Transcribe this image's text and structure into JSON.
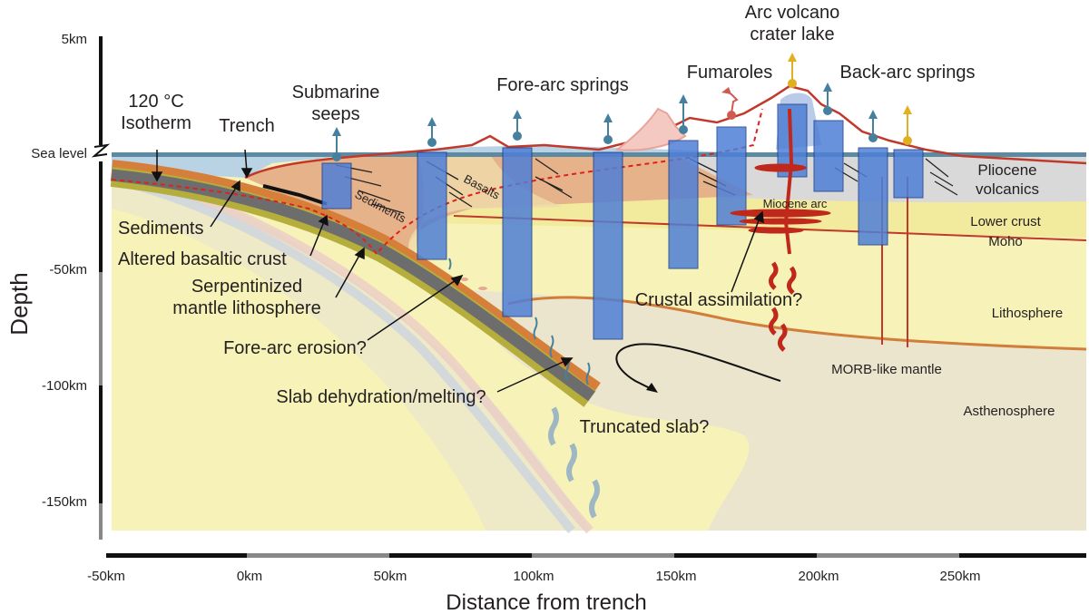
{
  "title": {
    "ylabel": "Depth",
    "xlabel": "Distance from trench"
  },
  "y_ticks": [
    "5km",
    "Sea level",
    "-50km",
    "-100km",
    "-150km"
  ],
  "x_ticks": [
    "-50km",
    "0km",
    "50km",
    "100km",
    "150km",
    "200km",
    "250km"
  ],
  "labels": {
    "isotherm": "120 °C\nIsotherm",
    "trench": "Trench",
    "submarine_seeps": "Submarine\nseeps",
    "forearc_springs": "Fore-arc springs",
    "fumaroles": "Fumaroles",
    "arc_volcano": "Arc volcano\ncrater lake",
    "backarc_springs": "Back-arc springs",
    "basalts": "Basalts",
    "sediments_inner": "Sediments",
    "sediments": "Sediments",
    "altered_crust": "Altered basaltic crust",
    "serpentinized": "Serpentinized\nmantle lithosphere",
    "forearc_erosion": "Fore-arc erosion?",
    "slab_dehydration": "Slab dehydration/melting?",
    "truncated_slab": "Truncated slab?",
    "crustal_assimilation": "Crustal assimilation?",
    "miocene_arc": "Miocene arc",
    "pliocene": "Pliocene\nvolcanics",
    "lower_crust": "Lower crust",
    "moho": "Moho",
    "lithosphere": "Lithosphere",
    "morb_mantle": "MORB-like mantle",
    "asthenosphere": "Asthenosphere"
  },
  "colors": {
    "sea": "#b9d2e4",
    "sea_line": "#4f7f9a",
    "mantle_yellow": "#f7f3b8",
    "asthenosphere": "#ebe5cd",
    "crust_pink": "#e6b28a",
    "pliocene_gray": "#d9d9d9",
    "lower_crust": "#f2ea9c",
    "slab_gray": "#6d6d6d",
    "slab_olive": "#b5ad3c",
    "slab_orange": "#d67f3a",
    "well_blue": "#4f7fd6",
    "fluid_blue": "#45809e",
    "magma_red": "#c0281c",
    "gold": "#e0b020"
  }
}
